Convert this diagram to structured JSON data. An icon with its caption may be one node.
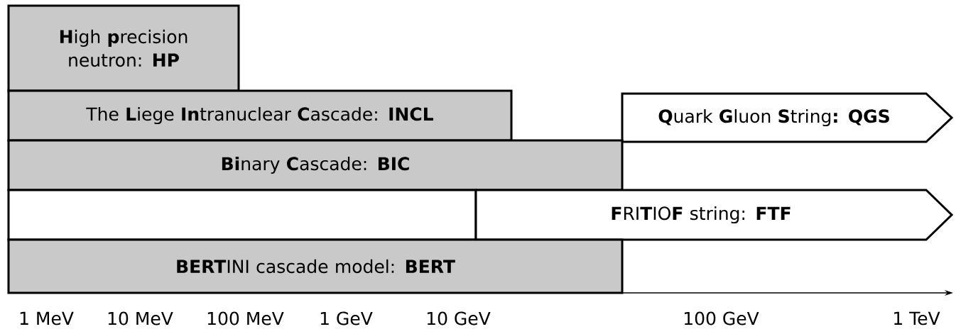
{
  "diagram": {
    "nodes": [
      {
        "text": [
          "**H**igh **p**recision neutron: **HP**"
        ]
      },
      {
        "text": [
          "The **L**iege **In**tranuclear **C**ascade: **INCL**"
        ]
      },
      {
        "text": [
          "**Q**uark **G**luon **S**tring**: QGS**"
        ]
      },
      {
        "text": [
          "**Bi**nary **C**ascade: **BIC**"
        ]
      },
      {
        "text": [],
        "shape": "box"
      },
      {
        "text": [
          "**F**RI**T**IO**F** string: **FTF**"
        ]
      },
      {
        "text": [
          "**BERT**INI cascade model: **BERT**"
        ]
      }
    ],
    "labels": [
      "1 MeV",
      "10 MeV",
      "100 MeV",
      "1 GeV",
      "10 GeV",
      "100 GeV",
      "1 TeV"
    ]
  }
}
